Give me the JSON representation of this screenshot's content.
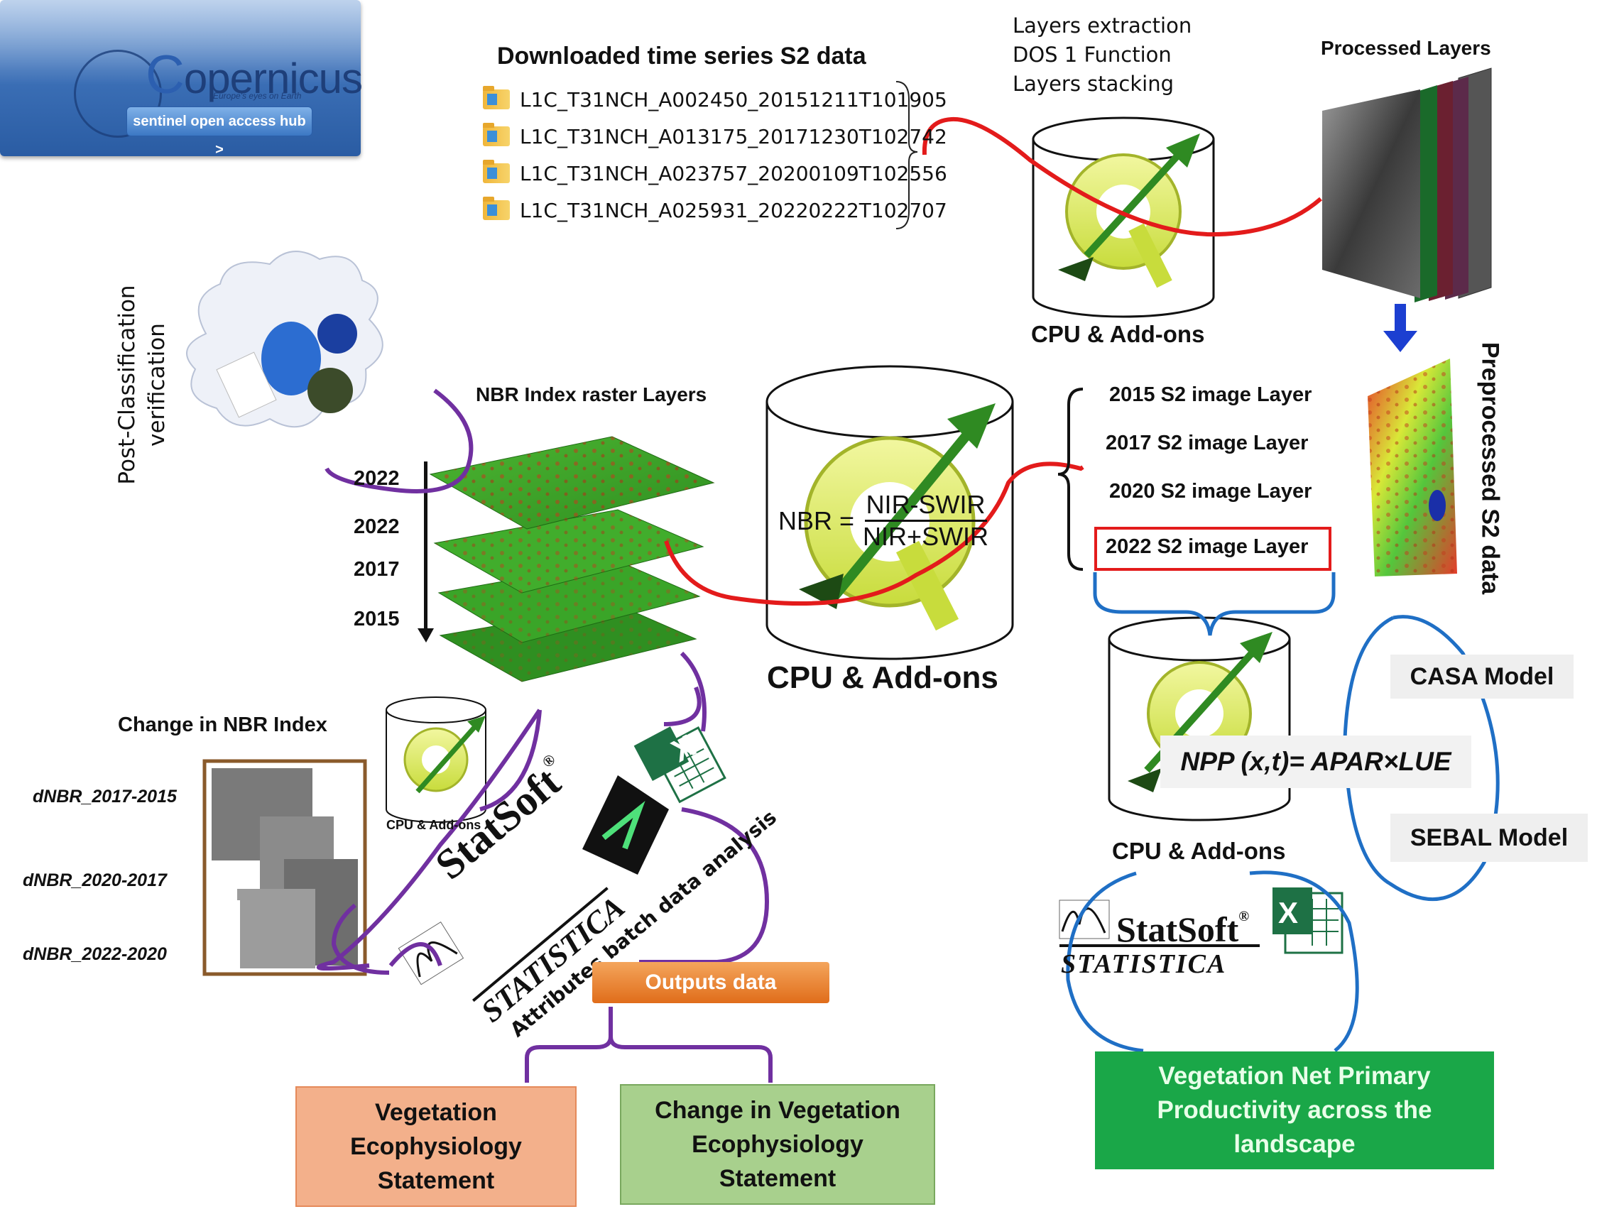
{
  "copernicus": {
    "brand": "opernicus",
    "brand_initial": "C",
    "tagline": "Europe's eyes on Earth",
    "hub_button": "sentinel open access hub >"
  },
  "downloads": {
    "title": "Downloaded time series S2 data",
    "files": [
      "L1C_T31NCH_A002450_20151211T101905",
      "L1C_T31NCH_A013175_20171230T102742",
      "L1C_T31NCH_A023757_20200109T102556",
      "L1C_T31NCH_A025931_20220222T102707"
    ]
  },
  "processing_steps": [
    "Layers extraction",
    "DOS 1 Function",
    "Layers stacking"
  ],
  "processed_layers_label": "Processed Layers",
  "cpu_label": "CPU & Add-ons",
  "preprocessed_label": "Preprocessed S2 data",
  "post_classification": [
    "Post-Classification",
    "verification"
  ],
  "nbr": {
    "title": "NBR Index raster Layers",
    "years": [
      "2022",
      "2022",
      "2017",
      "2015"
    ],
    "formula_lhs": "NBR =",
    "formula_num": "NIR-SWIR",
    "formula_den": "NIR+SWIR"
  },
  "image_layers": [
    "2015 S2 image Layer",
    "2017 S2 image Layer",
    "2020 S2 image Layer",
    "2022 S2 image Layer"
  ],
  "change": {
    "title": "Change in NBR Index",
    "items": [
      "dNBR_2017-2015",
      "dNBR_2020-2017",
      "dNBR_2022-2020"
    ]
  },
  "statsoft": {
    "name": "StatSoft",
    "product": "STATISTICA",
    "reg": "®",
    "batch_label": "Attributes batch data analysis",
    "excel_letter": "X"
  },
  "outputs": {
    "label": "Outputs data",
    "veg": "Vegetation Ecophysiology Statement",
    "veg_lines": [
      "Vegetation",
      "Ecophysiology",
      "Statement"
    ],
    "change_lines": [
      "Change in Vegetation",
      "Ecophysiology",
      "Statement"
    ]
  },
  "models": {
    "casa": "CASA Model",
    "sebal": "SEBAL Model",
    "npp_formula": "NPP (x,t)= APAR×LUE"
  },
  "npp_result_lines": [
    "Vegetation Net Primary",
    "Productivity across the",
    "landscape"
  ],
  "colors": {
    "flow_red": "#e31b1b",
    "flow_purple": "#7030a0",
    "flow_blue": "#1f6fc5",
    "nbr_green": "#3fae29",
    "output_orange": "#e8792a",
    "result_green": "#1aa748"
  }
}
